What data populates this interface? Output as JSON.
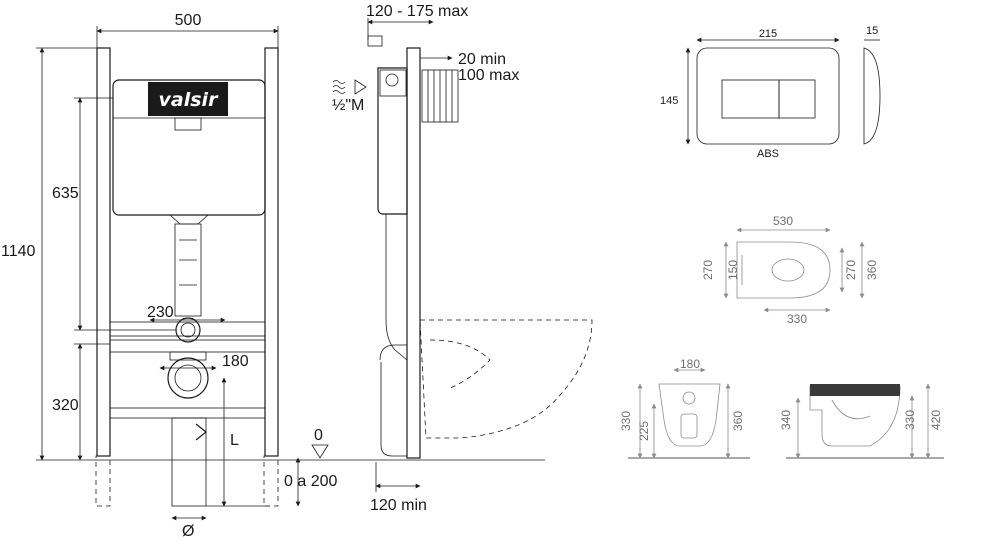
{
  "front_view": {
    "width": "500",
    "height_total": "1140",
    "height_tank": "635",
    "height_bottom": "320",
    "pipe_spacing": "230",
    "drain_width": "180",
    "drain_depth": "L",
    "diameter": "Ø",
    "brand": "valsir"
  },
  "side_view": {
    "depth_range": "120 - 175 max",
    "offset_min": "20 min",
    "offset_max": "100 max",
    "water_inlet": "½\"M",
    "floor_level": "0",
    "floor_range": "0 a 200",
    "depth_min": "120 min"
  },
  "flush_plate": {
    "width": "215",
    "height": "145",
    "thickness": "15",
    "material": "ABS"
  },
  "bowl_top": {
    "length": "530",
    "width_outer": "360",
    "width_inner": "270",
    "width_right": "270",
    "seat_width": "150",
    "bottom_length": "330"
  },
  "bowl_front": {
    "top_width": "180",
    "height_left": "330",
    "height_inner": "225",
    "height_right": "360"
  },
  "bowl_side": {
    "height_left": "340",
    "height_mid": "330",
    "height_right": "420"
  }
}
